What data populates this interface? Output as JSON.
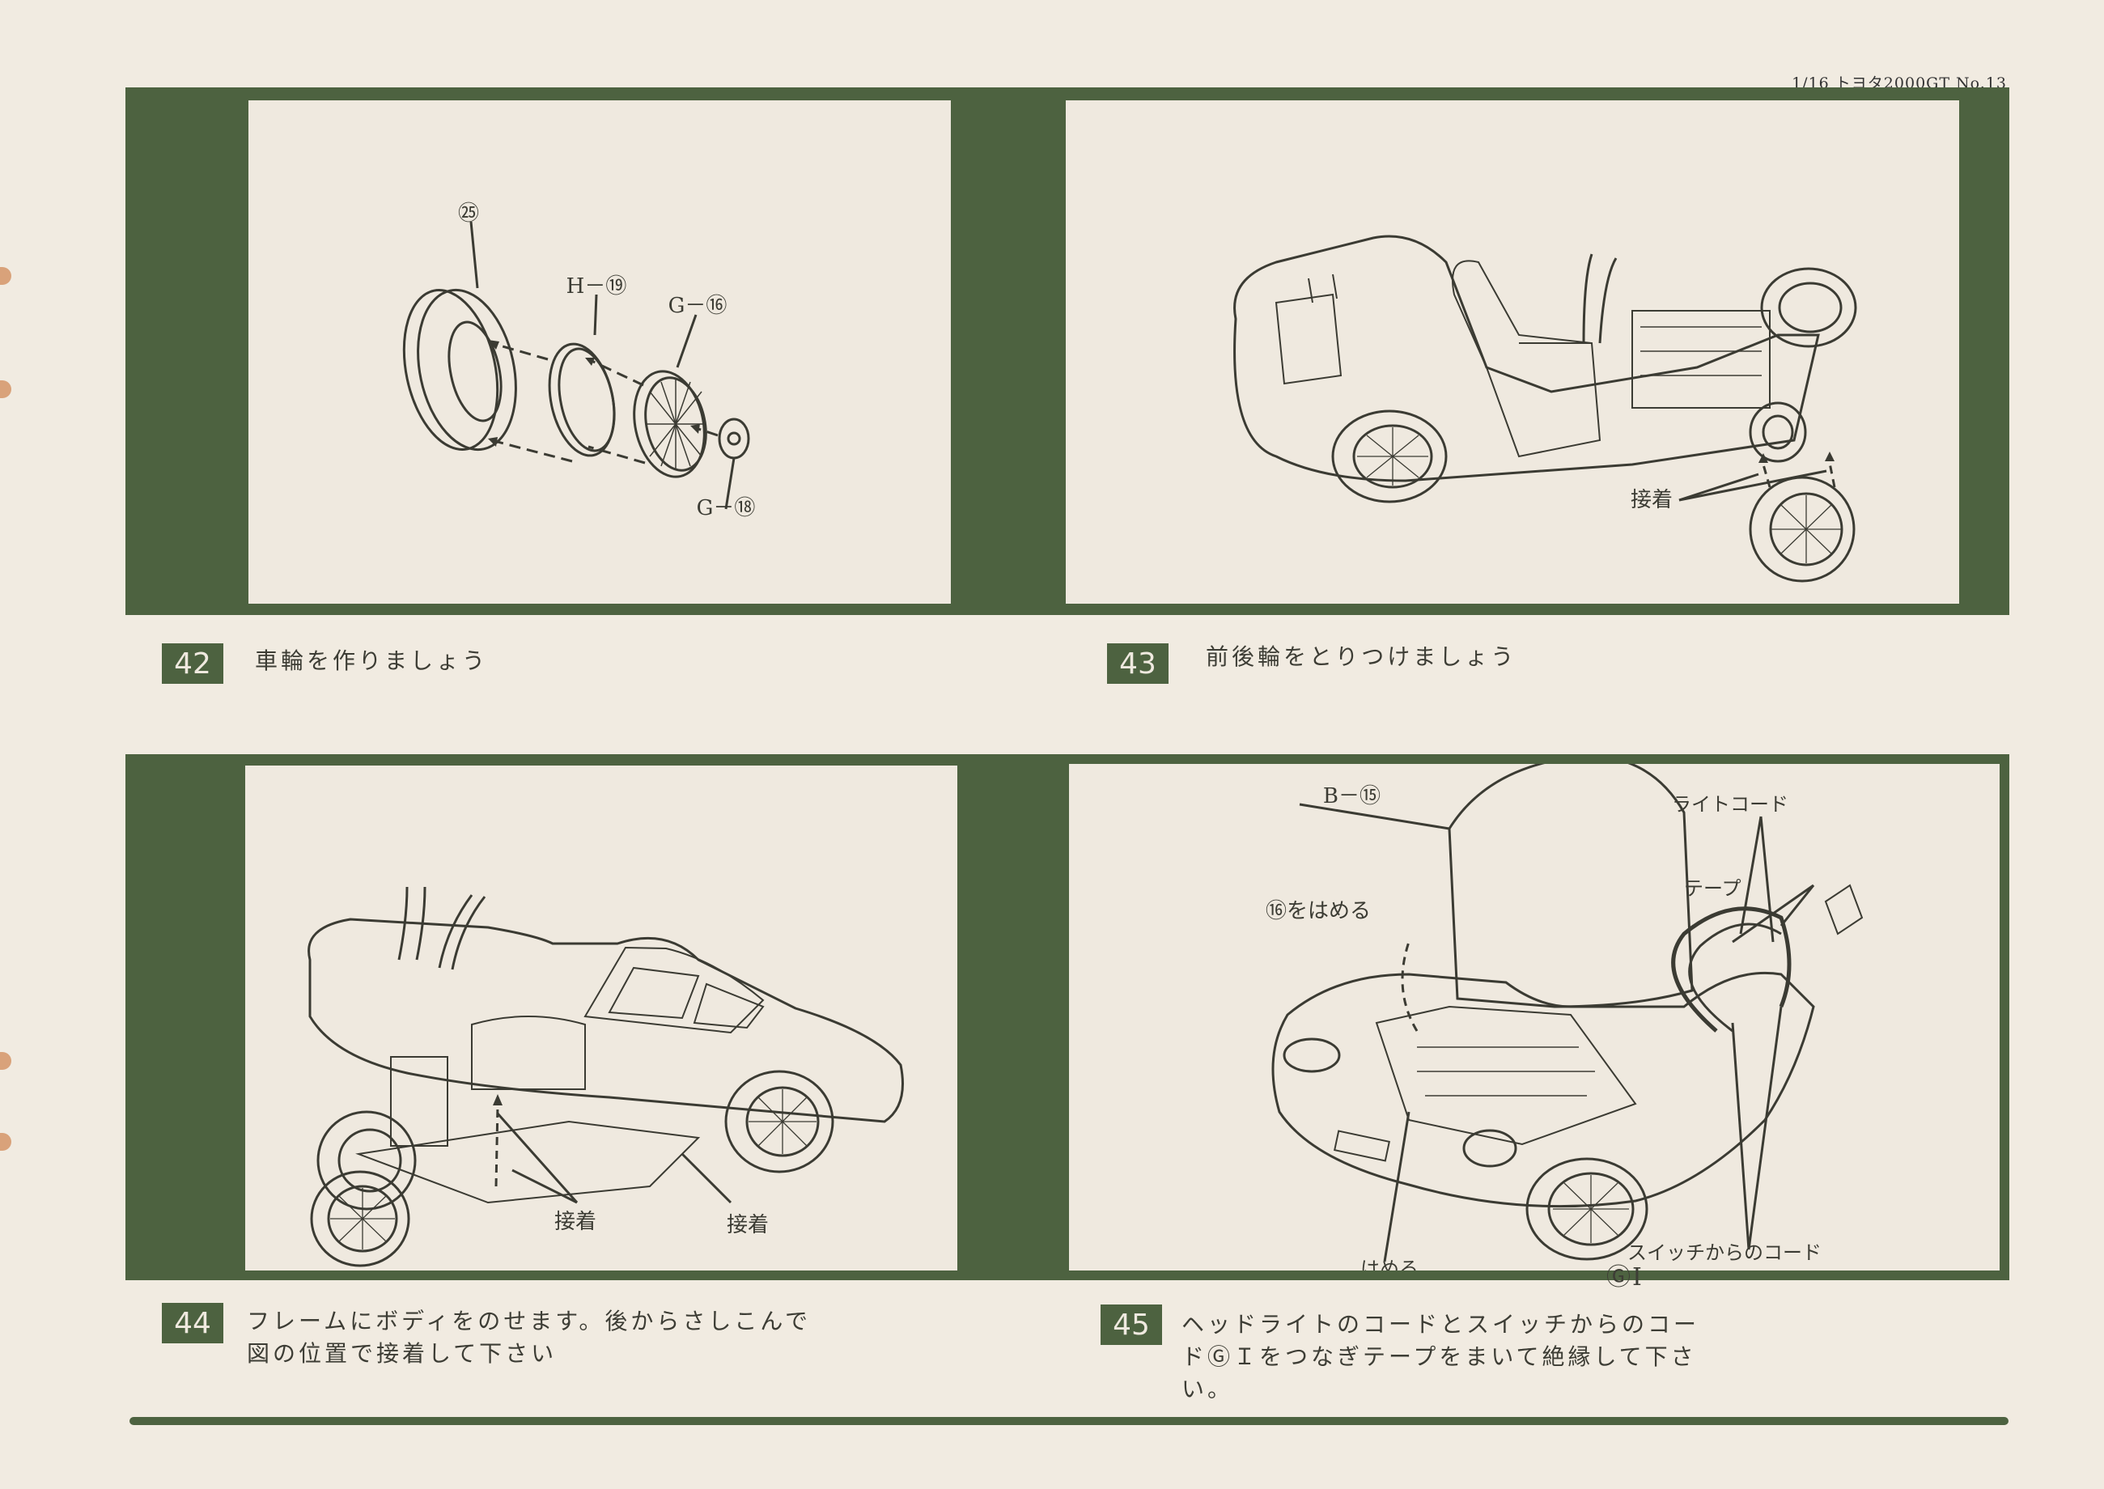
{
  "header": {
    "text": "1/16 トヨタ2000GT No.13"
  },
  "steps": [
    {
      "number": "42",
      "text": "車輪を作りましょう",
      "labels": {
        "part_tire": "㉕",
        "part_rim": "H－⑲",
        "part_wheel": "G－⑯",
        "part_cap": "G－⑱"
      }
    },
    {
      "number": "43",
      "text": "前後輪をとりつけましょう",
      "labels": {
        "glue": "接着"
      }
    },
    {
      "number": "44",
      "text_line1": "フレームにボディをのせます。後からさしこんで",
      "text_line2": "図の位置で接着して下さい",
      "labels": {
        "glue1": "接着",
        "glue2": "接着"
      }
    },
    {
      "number": "45",
      "text_line1": "ヘッドライトのコードとスイッチからのコー",
      "text_line2": "ドⒼＩをつなぎテープをまいて絶縁して下さ",
      "text_line3": "い。",
      "labels": {
        "hood_part": "B－⑮",
        "insert_part": "⑯をはめる",
        "light_cord": "ライトコード",
        "tape": "テープ",
        "fit": "はめる",
        "switch_cord": "スイッチからのコード",
        "switch_part": "ⒼⅠ"
      }
    }
  ]
}
